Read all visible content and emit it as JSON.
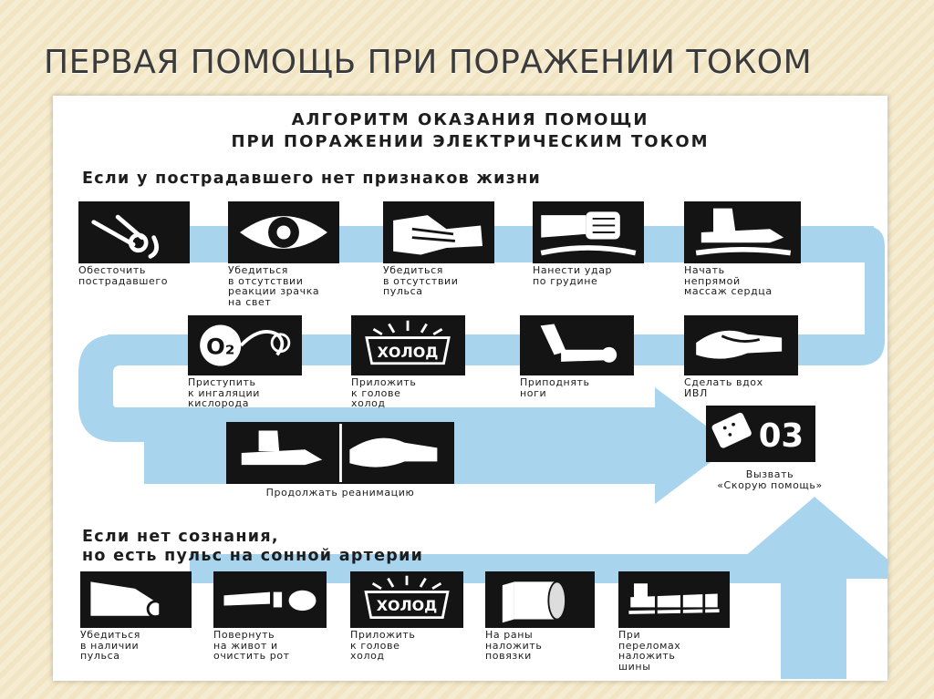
{
  "slide_title": "ПЕРВАЯ ПОМОЩЬ ПРИ ПОРАЖЕНИИ ТОКОМ",
  "poster": {
    "title_line1": "АЛГОРИТМ ОКАЗАНИЯ ПОМОЩИ",
    "title_line2": "ПРИ ПОРАЖЕНИИ ЭЛЕКТРИЧЕСКИМ ТОКОМ",
    "section1": "Если у пострадавшего нет признаков жизни",
    "section2_line1": "Если нет сознания,",
    "section2_line2": "но есть пульс на сонной артерии",
    "arrow_color": "#a9d4ee",
    "steps": {
      "deenergize": {
        "label": "Обесточить\nпострадавшего",
        "icon": "cut-wire-icon"
      },
      "check_pupil": {
        "label": "Убедиться\nв отсутствии\nреакции зрачка\nна свет",
        "icon": "eye-icon"
      },
      "check_pulse": {
        "label": "Убедиться\nв отсутствии\nпульса",
        "icon": "pulse-check-icon"
      },
      "sternum_strike": {
        "label": "Нанести удар\nпо грудине",
        "icon": "fist-icon"
      },
      "heart_massage": {
        "label": "Начать\nнепрямой\nмассаж сердца",
        "icon": "chest-compression-icon"
      },
      "oxygen": {
        "label": "Приступить\nк ингаляции\nкислорода",
        "icon": "oxygen-icon",
        "icon_text": "O₂"
      },
      "cold_head": {
        "label": "Приложить\nк голове\nхолод",
        "icon": "cold-icon",
        "icon_text": "ХОЛОД"
      },
      "raise_legs": {
        "label": "Приподнять\nноги",
        "icon": "raised-legs-icon"
      },
      "ventilation": {
        "label": "Сделать вдох\nИВЛ",
        "icon": "rescue-breath-icon"
      },
      "continue": {
        "label": "Продолжать реанимацию",
        "icon": "resuscitation-icon"
      },
      "ambulance": {
        "label": "Вызвать\n«Скорую помощь»",
        "icon": "phone-icon",
        "icon_text": "03"
      },
      "b_check_pulse": {
        "label": "Убедиться\nв наличии\nпульса",
        "icon": "carotid-pulse-icon"
      },
      "b_turn": {
        "label": "Повернуть\nна живот и\nочистить рот",
        "icon": "turn-prone-icon"
      },
      "b_cold": {
        "label": "Приложить\nк голове\nхолод",
        "icon": "cold-icon",
        "icon_text": "ХОЛОД"
      },
      "b_bandage": {
        "label": "На раны\nналожить\nповязки",
        "icon": "bandage-roll-icon"
      },
      "b_splint": {
        "label": "При\nпереломах\nналожить\nшины",
        "icon": "splint-icon"
      }
    }
  }
}
